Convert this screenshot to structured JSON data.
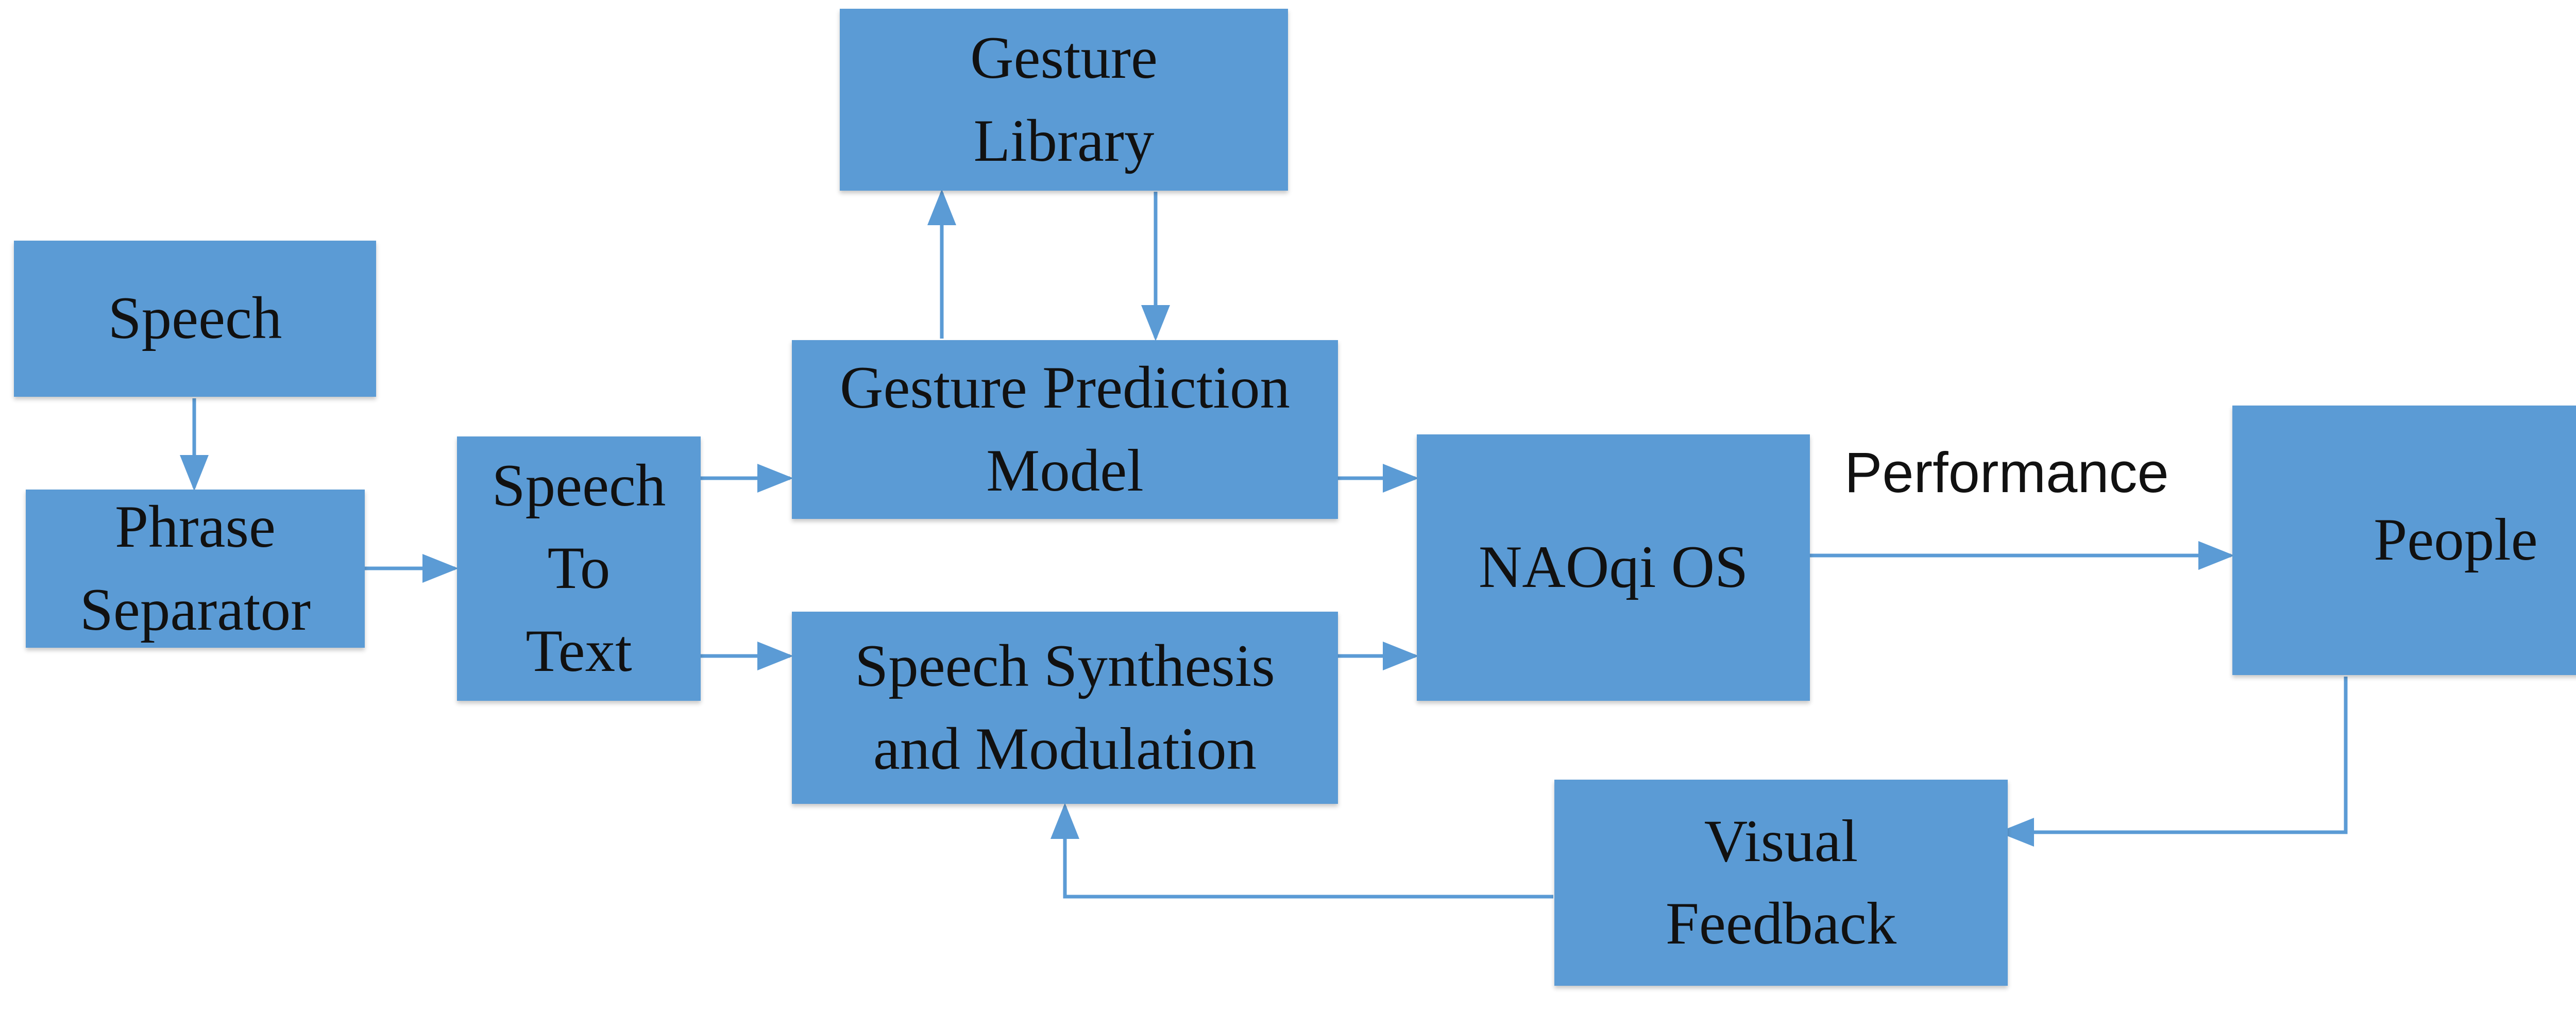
{
  "diagram": {
    "colors": {
      "box_fill": "#5b9bd5",
      "arrow": "#5b9bd5",
      "text": "#111111"
    },
    "nodes": {
      "speech": "Speech",
      "phrase_separator": "Phrase\nSeparator",
      "speech_to_text": "Speech\nTo\nText",
      "gesture_library": "Gesture\nLibrary",
      "gesture_prediction_model": "Gesture Prediction\nModel",
      "speech_synthesis": "Speech Synthesis\nand Modulation",
      "naoqi_os": "NAOqi OS",
      "people": "People",
      "visual_feedback": "Visual\nFeedback"
    },
    "edge_labels": {
      "performance": "Performance"
    }
  }
}
